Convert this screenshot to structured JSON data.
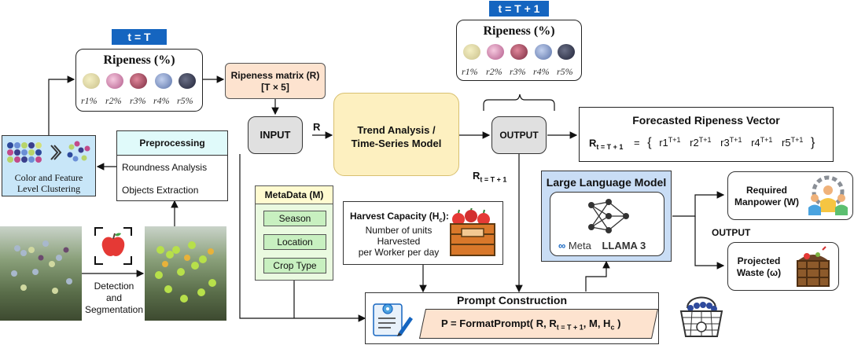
{
  "time_tags": {
    "t_now": "t = T",
    "t_next": "t = T + 1"
  },
  "ripeness_now": {
    "title": "Ripeness (%)",
    "labels": [
      "r1%",
      "r2%",
      "r3%",
      "r4%",
      "r5%"
    ]
  },
  "ripeness_next": {
    "title": "Ripeness (%)",
    "labels": [
      "r1%",
      "r2%",
      "r3%",
      "r4%",
      "r5%"
    ]
  },
  "ripeness_matrix": {
    "line1": "Ripeness matrix (R)",
    "line2": "[T × 5]"
  },
  "input_label": "INPUT",
  "r_arrow_label": "R",
  "trend_model": {
    "line1": "Trend Analysis /",
    "line2": "Time-Series Model"
  },
  "output_label": "OUTPUT",
  "r_next_label": {
    "base": "R",
    "sub": "t = T + 1"
  },
  "forecast": {
    "title": "Forecasted Ripeness Vector",
    "lhs": "R",
    "lhs_sub": "t = T + 1",
    "equals": "=",
    "open": "{",
    "close": "}",
    "terms": [
      "r1",
      "r2",
      "r3",
      "r4",
      "r5"
    ],
    "sup": "T+1"
  },
  "clustering": {
    "line1": "Color and Feature",
    "line2": "Level Clustering"
  },
  "preprocessing": {
    "title": "Preprocessing",
    "items": [
      "Roundness Analysis",
      "Objects Extraction"
    ]
  },
  "detection": {
    "line1": "Detection",
    "line2": "and",
    "line3": "Segmentation"
  },
  "metadata": {
    "title": "MetaData (M)",
    "items": [
      "Season",
      "Location",
      "Crop Type"
    ]
  },
  "harvest": {
    "title": "Harvest Capacity (H",
    "title_sub": "c",
    "title_end": "):",
    "lines": [
      "Number of units",
      "Harvested",
      "per Worker per day"
    ]
  },
  "llm": {
    "title": "Large Language Model",
    "brand": "Meta",
    "model": "LLAMA 3"
  },
  "prompt": {
    "title": "Prompt Construction",
    "formula_pre": "P = FormatPrompt(  R, R",
    "formula_sub": "t = T + 1",
    "formula_mid": ", M, H",
    "formula_sub2": "c",
    "formula_end": "  )"
  },
  "outputs": {
    "label": "OUTPUT",
    "manpower": {
      "line1": "Required",
      "line2": "Manpower (W)"
    },
    "waste": {
      "line1": "Projected",
      "line2": "Waste (ω)"
    }
  },
  "colors": {
    "tag_blue": "#1565c0",
    "matrix_fill": "#fde3cf",
    "model_fill": "#fdf0c0",
    "node_fill": "#e0e0e0",
    "cluster_fill": "#c8e6f8",
    "preproc_header": "#e0fafa",
    "meta_fill": "#eafae0",
    "pill_fill": "#c8f0c0",
    "llm_fill": "#c9ddf5",
    "formula_fill": "#fde3cf"
  }
}
